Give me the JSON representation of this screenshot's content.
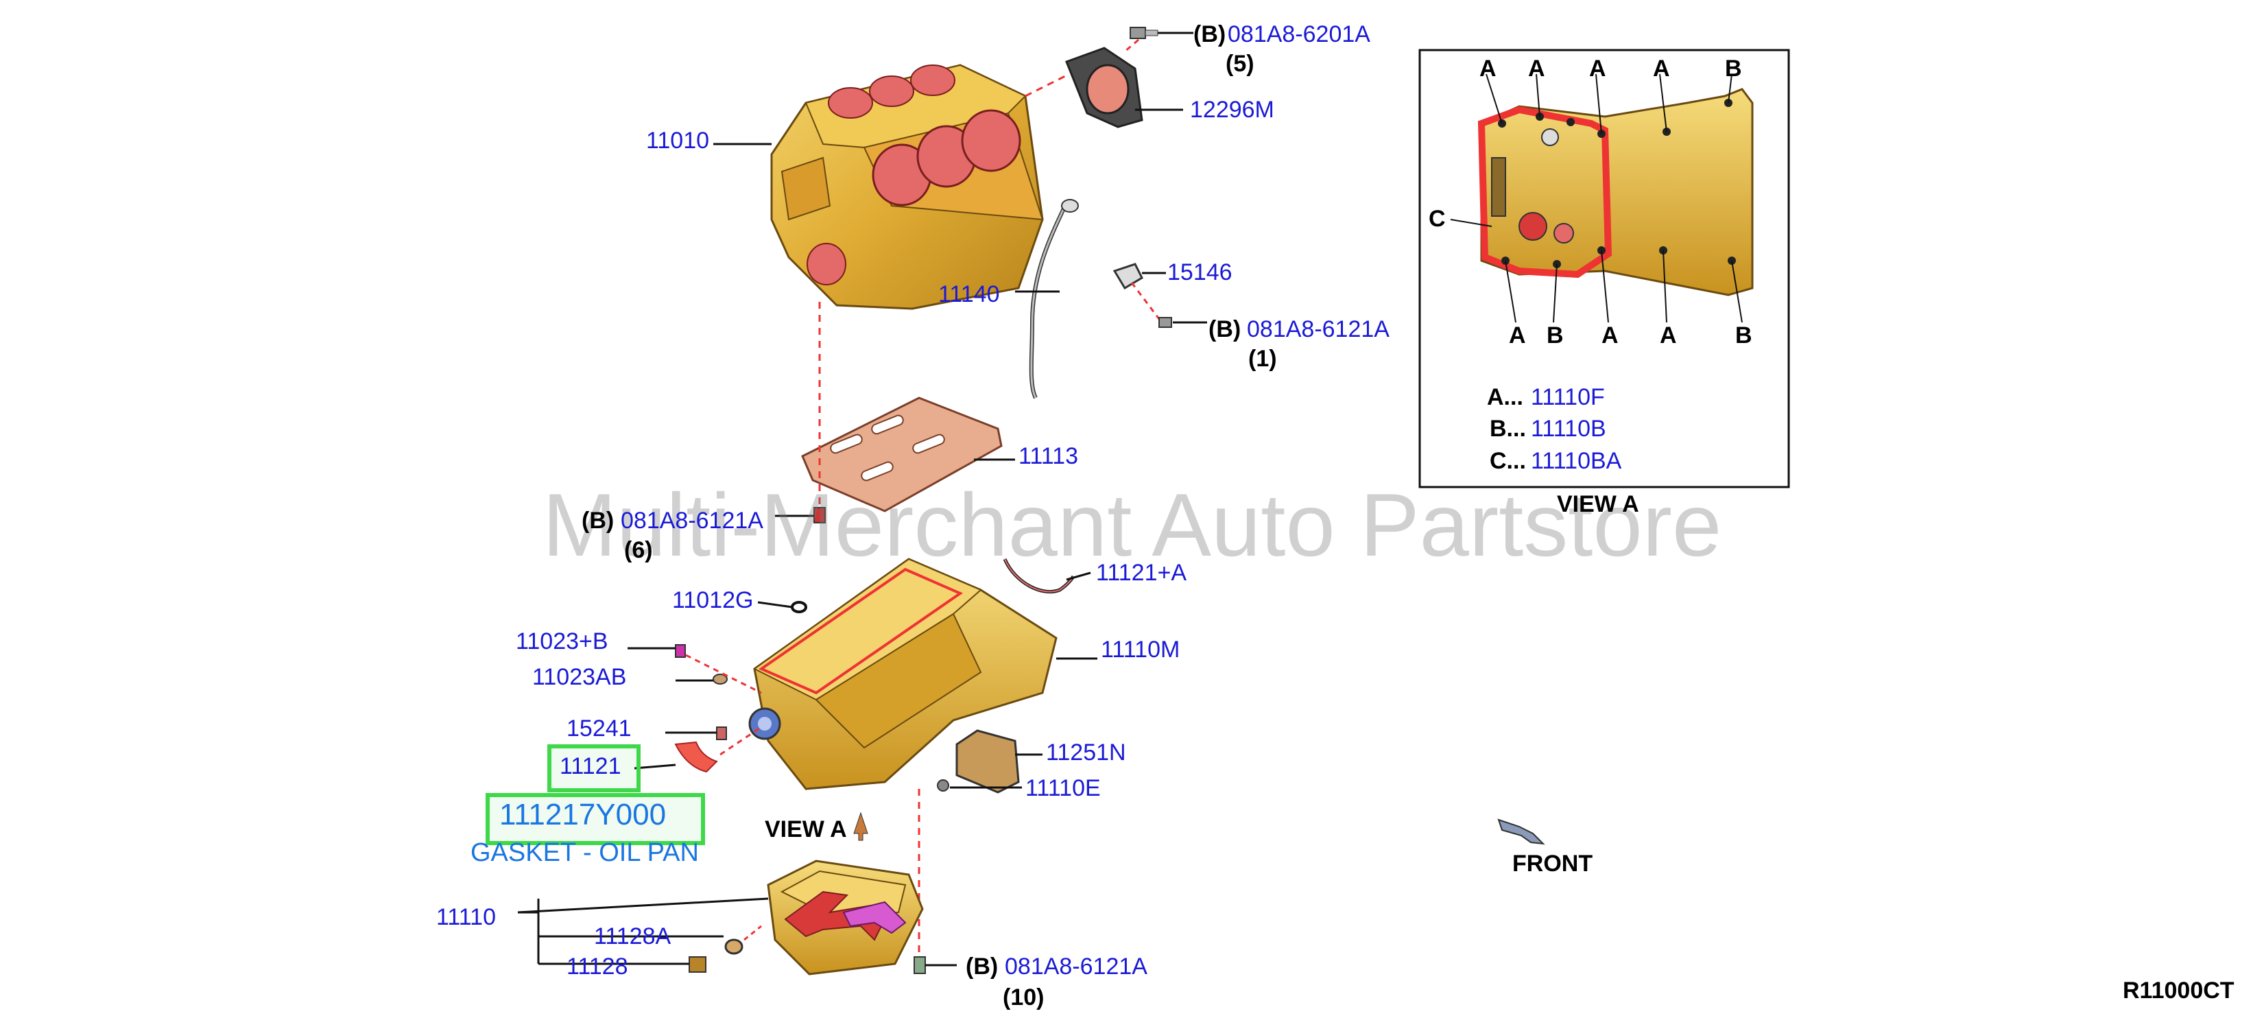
{
  "diagram": {
    "labels": {
      "p11010": "11010",
      "p12296M": "12296M",
      "p15146": "15146",
      "p11140": "11140",
      "p11113": "11113",
      "p11012G": "11012G",
      "p11121A": "11121+A",
      "p11023B": "11023+B",
      "p11023AB": "11023AB",
      "p11110M": "11110M",
      "p15241": "15241",
      "p11121": "11121",
      "p11251N": "11251N",
      "p11110E": "11110E",
      "p11110": "11110",
      "p11128A": "11128A",
      "p11128": "11128"
    },
    "bolts": {
      "b5": {
        "prefix": "(B)",
        "part": "081A8-6201A",
        "qty": "(5)"
      },
      "b1": {
        "prefix": "(B)",
        "part": "081A8-6121A",
        "qty": "(1)"
      },
      "b6": {
        "prefix": "(B)",
        "part": "081A8-6121A",
        "qty": "(6)"
      },
      "b10": {
        "prefix": "(B)",
        "part": "081A8-6121A",
        "qty": "(10)"
      }
    },
    "highlight": {
      "part_number": "111217Y000",
      "part_name": "GASKET - OIL PAN"
    },
    "view_a_inline": "VIEW A",
    "front_label": "FRONT",
    "diagram_code": "R11000CT",
    "watermark": "Multi-Merchant Auto Partstore",
    "view_a_box": {
      "caption": "VIEW A",
      "top_letters": [
        "A",
        "A",
        "A",
        "A",
        "B"
      ],
      "side_letter": "C",
      "bottom_letters": [
        "A",
        "B",
        "A",
        "A",
        "B"
      ],
      "legend": [
        {
          "key": "A...",
          "part": "11110F"
        },
        {
          "key": "B...",
          "part": "11110B"
        },
        {
          "key": "C...",
          "part": "11110BA"
        }
      ]
    },
    "colors": {
      "label_blue": "#1a1ad6",
      "highlight_green": "#3fd84a",
      "part_name_blue": "#1a76e0",
      "casting_gold": "#e3b23c",
      "gasket_red": "#e85a5a"
    }
  }
}
